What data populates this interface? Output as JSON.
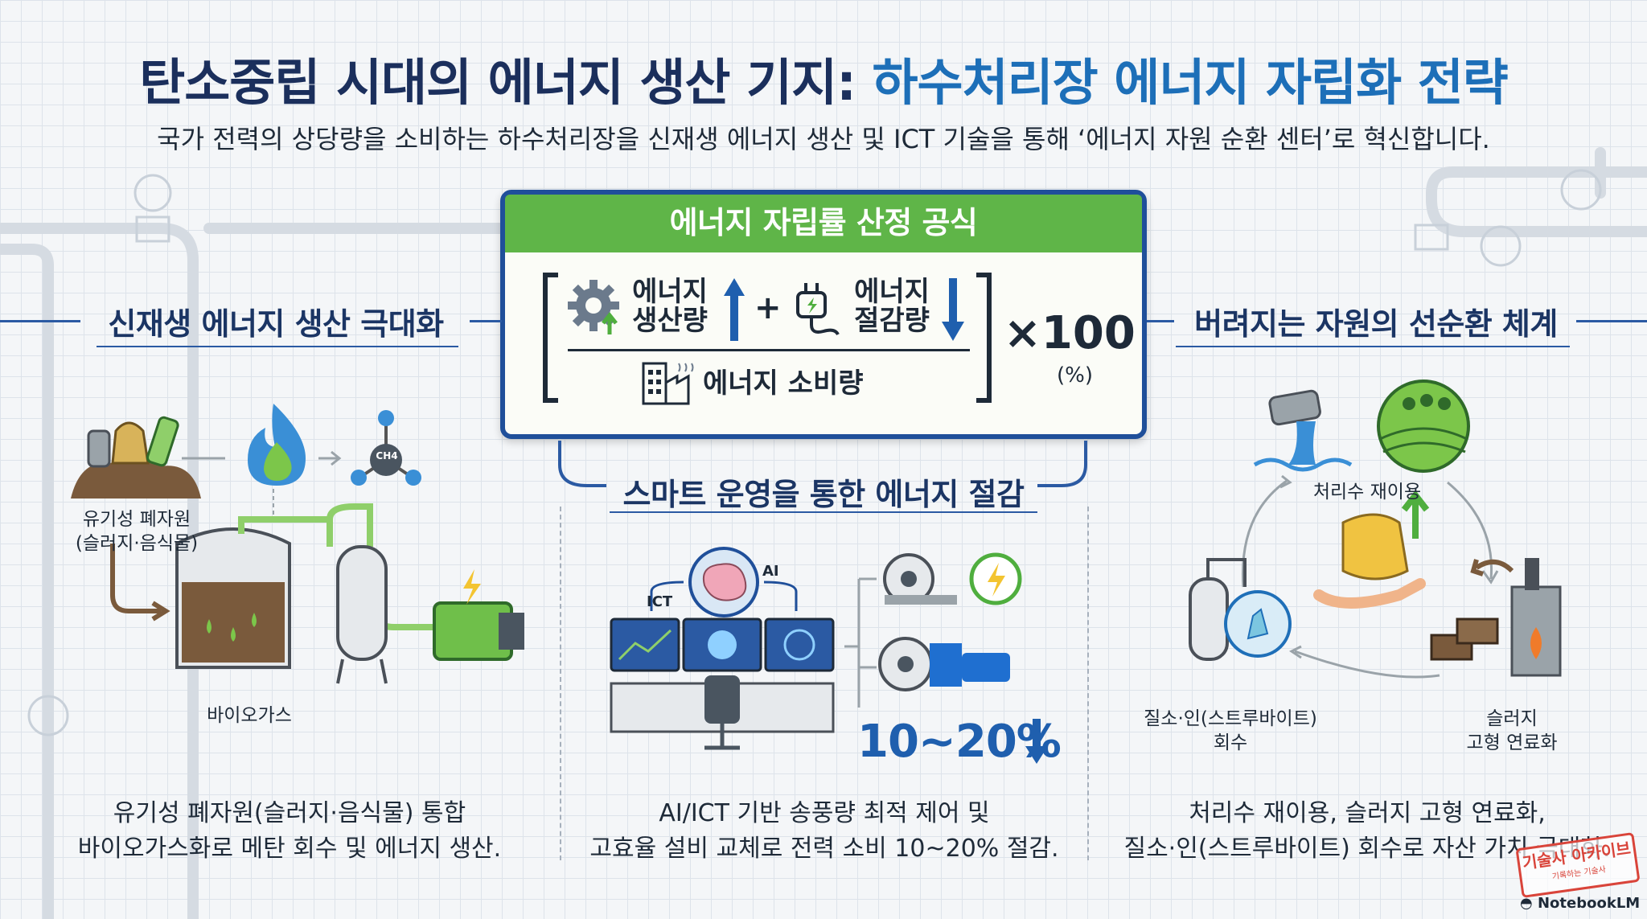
{
  "header": {
    "title_part1": "탄소중립 시대의 에너지 생산 기지:",
    "title_part2": "하수처리장 에너지 자립화 전략",
    "subtitle": "국가 전력의 상당량을 소비하는 하수처리장을 신재생 에너지 생산 및 ICT 기술을 통해 ‘에너지 자원 순환 센터’로 혁신합니다."
  },
  "formula": {
    "title": "에너지 자립률 산정 공식",
    "term1_line1": "에너지",
    "term1_line2": "생산량",
    "plus": "+",
    "term2_line1": "에너지",
    "term2_line2": "절감량",
    "denominator": "에너지 소비량",
    "multiplier": "×100",
    "unit": "(%)"
  },
  "left_section": {
    "heading": "신재생 에너지 생산 극대화",
    "waste_caption_line1": "유기성 폐자원",
    "waste_caption_line2": "(슬러지·음식물)",
    "methane_label": "CH4",
    "biogas_caption": "바이오가스",
    "desc_line1": "유기성 폐자원(슬러지·음식물) 통합",
    "desc_line2": "바이오가스화로 메탄 회수 및 에너지 생산."
  },
  "middle_section": {
    "heading": "스마트 운영을 통한 에너지 절감",
    "ict_label": "ICT",
    "ai_label": "AI",
    "savings": "10~20%",
    "desc_line1": "AI/ICT 기반 송풍량 최적 제어 및",
    "desc_line2": "고효율 설비 교체로 전력 소비 10~20% 절감."
  },
  "right_section": {
    "heading": "버려지는 자원의 선순환 체계",
    "water_reuse_caption": "처리수 재이용",
    "sludge_caption_line1": "슬러지",
    "sludge_caption_line2": "고형 연료화",
    "struvite_caption_line1": "질소·인(스트루바이트)",
    "struvite_caption_line2": "회수",
    "desc_line1": "처리수 재이용, 슬러지 고형 연료화,",
    "desc_line2": "질소·인(스트루바이트) 회수로 자산 가치 극대화."
  },
  "footer": {
    "stamp_line1": "기술사 아카이브",
    "stamp_line2": "기록하는 기술사",
    "logo": "NotebookLM"
  },
  "colors": {
    "title_dark": "#1b2f5c",
    "title_blue": "#1d6fb8",
    "formula_green": "#5fb548",
    "formula_border": "#1f4f9a",
    "accent_blue": "#1f5fae"
  }
}
